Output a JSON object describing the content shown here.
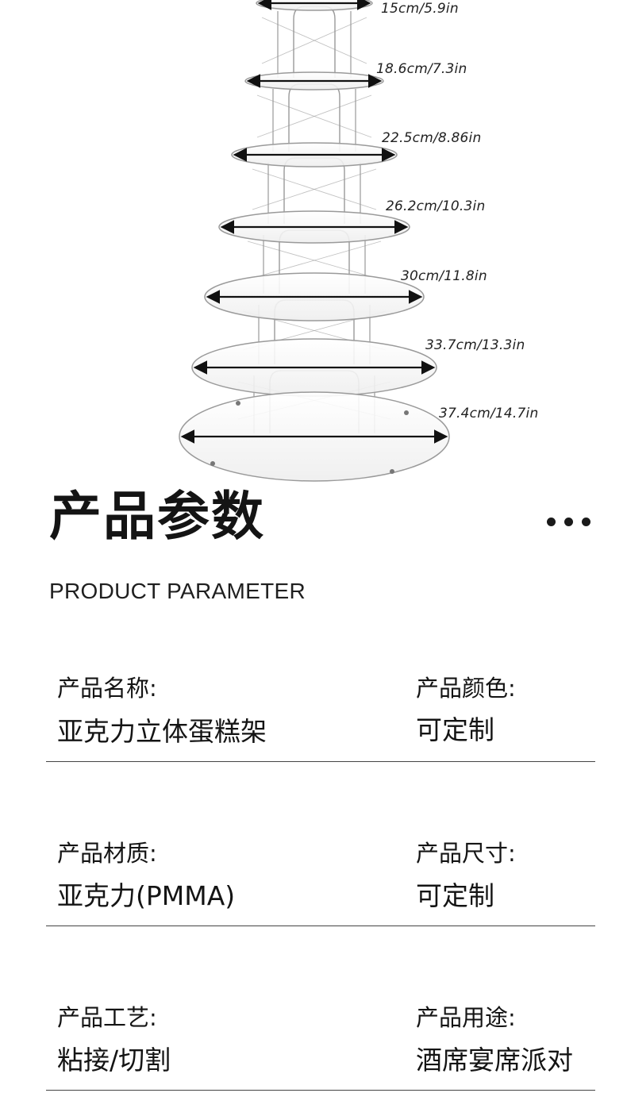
{
  "illustration": {
    "dimension_labels": [
      "15cm/5.9in",
      "18.6cm/7.3in",
      "22.5cm/8.86in",
      "26.2cm/10.3in",
      "30cm/11.8in",
      "33.7cm/13.3in",
      "37.4cm/14.7in"
    ]
  },
  "section": {
    "title": "产品参数",
    "subtitle": "PRODUCT PARAMETER"
  },
  "params": [
    {
      "left": {
        "label": "产品名称:",
        "value": "亚克力立体蛋糕架"
      },
      "right": {
        "label": "产品颜色:",
        "value": "可定制"
      }
    },
    {
      "left": {
        "label": "产品材质:",
        "value": "亚克力(PMMA)"
      },
      "right": {
        "label": "产品尺寸:",
        "value": "可定制"
      }
    },
    {
      "left": {
        "label": "产品工艺:",
        "value": "粘接/切割"
      },
      "right": {
        "label": "产品用途:",
        "value": "酒席宴席派对"
      }
    }
  ],
  "colors": {
    "text": "#141414",
    "acrylic_edge": "#9a9a9a",
    "divider": "#444444"
  }
}
